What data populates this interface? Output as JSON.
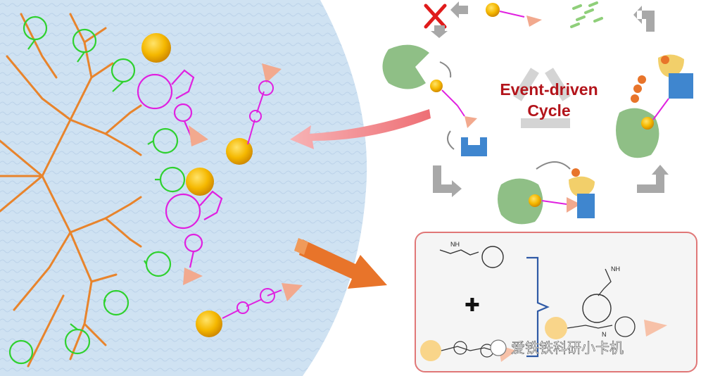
{
  "cycle": {
    "title_line1": "Event-driven",
    "title_line2": "Cycle"
  },
  "inset": {
    "plus_symbol": "✚",
    "nh_label": "NH",
    "n_label": "N"
  },
  "watermark": {
    "text": "爱铁铁科研小卡机"
  },
  "colors": {
    "dendrimer": "#e8842c",
    "tco": "#2fd12f",
    "tetrazine": "#e020e0",
    "gold_sphere": "#f5b800",
    "cone": "#f2a98e",
    "enzyme_green": "#8fbf86",
    "receptor_blue": "#3f86cf",
    "ligand_yellow": "#f2cf6a",
    "arrow_orange": "#e8742a",
    "arrow_pink": "#f08a8e",
    "title_red": "#b3141b"
  }
}
